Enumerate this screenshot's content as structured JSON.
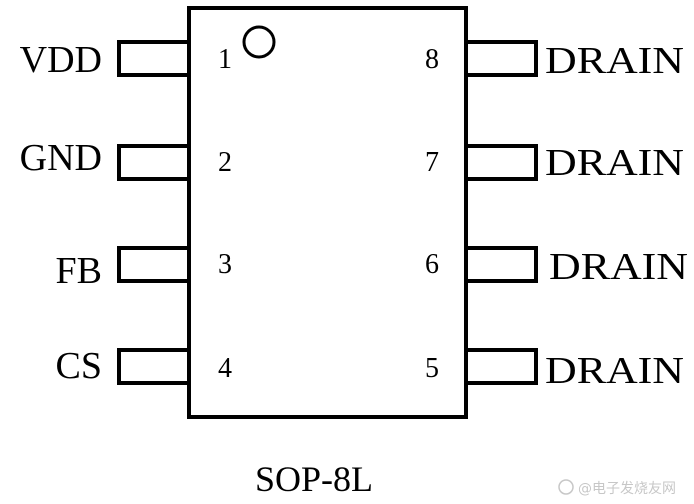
{
  "package_label": "SOP-8L",
  "pins": [
    {
      "number": "1",
      "name": "VDD"
    },
    {
      "number": "2",
      "name": "GND"
    },
    {
      "number": "3",
      "name": "FB"
    },
    {
      "number": "4",
      "name": "CS"
    },
    {
      "number": "5",
      "name": "DRAIN"
    },
    {
      "number": "6",
      "name": "DRAIN"
    },
    {
      "number": "7",
      "name": "DRAIN"
    },
    {
      "number": "8",
      "name": "DRAIN"
    }
  ],
  "watermark": "@电子发烧友网",
  "colors": {
    "line": "#000000",
    "background": "#ffffff"
  }
}
